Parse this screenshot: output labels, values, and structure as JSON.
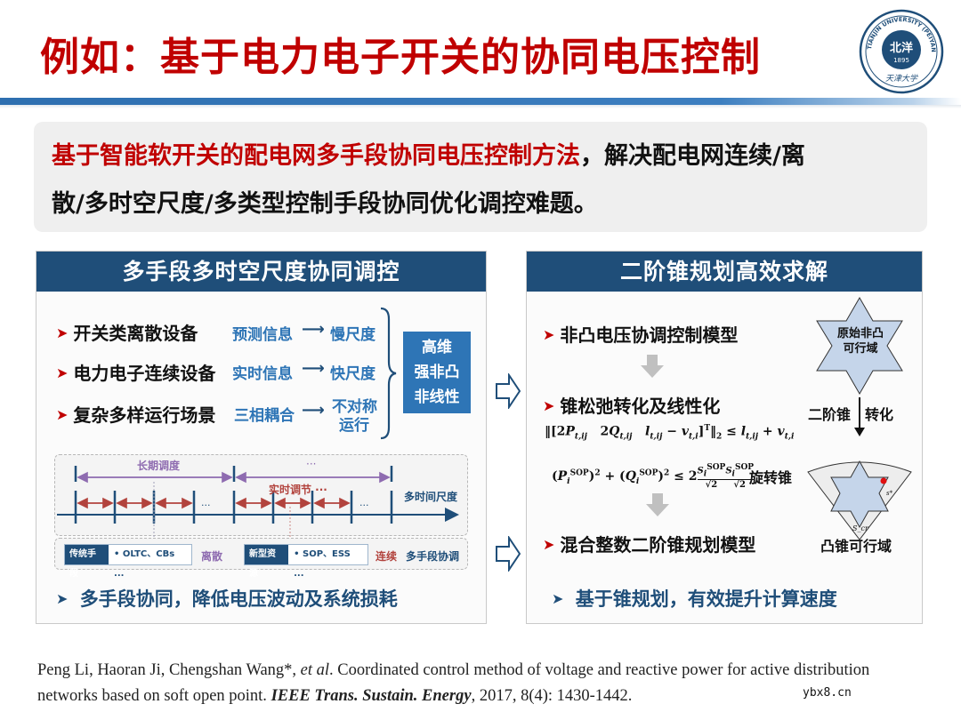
{
  "title": "例如：基于电力电子开关的协同电压控制",
  "logo": {
    "ring_text": "TIANJIN UNIVERSITY (PEIYANG UNIVERSITY)",
    "center_text": "北洋",
    "year": "1895",
    "bottom_text": "天津大学"
  },
  "summary": {
    "highlight": "基于智能软开关的配电网多手段协同电压控制方法",
    "rest_line1": "，解决配电网连续/离",
    "line2": "散/多时空尺度/多类型控制手段协同优化调控难题。"
  },
  "left_panel": {
    "header": "多手段多时空尺度协同调控",
    "rows": [
      {
        "label": "开关类离散设备",
        "info": "预测信息",
        "arrow": "⟶",
        "result": "慢尺度"
      },
      {
        "label": "电力电子连续设备",
        "info": "实时信息",
        "arrow": "⟶",
        "result": "快尺度"
      },
      {
        "label": "复杂多样运行场景",
        "info": "三相耦合",
        "arrow": "⟶",
        "result_line1": "不对称",
        "result_line2": "运行"
      }
    ],
    "challenge_box": [
      "高维",
      "强非凸",
      "非线性"
    ],
    "timeline": {
      "long_term_label": "长期调度",
      "long_term_more": "···",
      "real_time_label": "实时调节 ···",
      "ellipsis": "···",
      "axis_label": "多时间尺度"
    },
    "tools": {
      "traditional_tag": "传统手段",
      "traditional_items": "• OLTC、CBs ...",
      "traditional_type": "离散",
      "new_tag": "新型资源",
      "new_items": "• SOP、ESS ...",
      "new_type": "连续",
      "coordination": "多手段协调"
    },
    "conclusion": "多手段协同，降低电压波动及系统损耗"
  },
  "right_panel": {
    "header": "二阶锥规划高效求解",
    "steps": [
      "非凸电压协调控制模型",
      "锥松弛转化及线性化",
      "混合整数二阶锥规划模型"
    ],
    "formula1": "‖[2P_t,ij  2Q_t,ij  l_t,ij − v_t,i]ᵀ‖₂ ≤ l_t,ij + v_t,i",
    "formula2": "(P_i^SOP)² + (Q_i^SOP)² ≤ 2 (S_i^SOP/√2)(S_i^SOP/√2)",
    "rotated_cone_label": "旋转锥",
    "diagram": {
      "top_shape_label_line1": "原始非凸",
      "top_shape_label_line2": "可行域",
      "transform_left": "二阶锥",
      "transform_right": "转化",
      "bottom_label": "凸锥可行域",
      "point_label": "s*",
      "cone_label": "S_cr"
    },
    "conclusion": "基于锥规划，有效提升计算速度"
  },
  "citation": {
    "authors": "Peng Li, Haoran Ji, Chengshan Wang*,",
    "etal": "et al",
    "title_text": ". Coordinated control method of voltage and reactive power for active distribution networks based on soft open point.",
    "journal": "IEEE Trans. Sustain. Energy",
    "details": ", 2017, 8(4): 1430-1442."
  },
  "watermark": "ybx8.cn",
  "colors": {
    "title_red": "#c00000",
    "header_navy": "#1f4e79",
    "accent_blue": "#2e75b6",
    "summary_bg": "#efefef",
    "star_fill": "#c5d5ea"
  }
}
